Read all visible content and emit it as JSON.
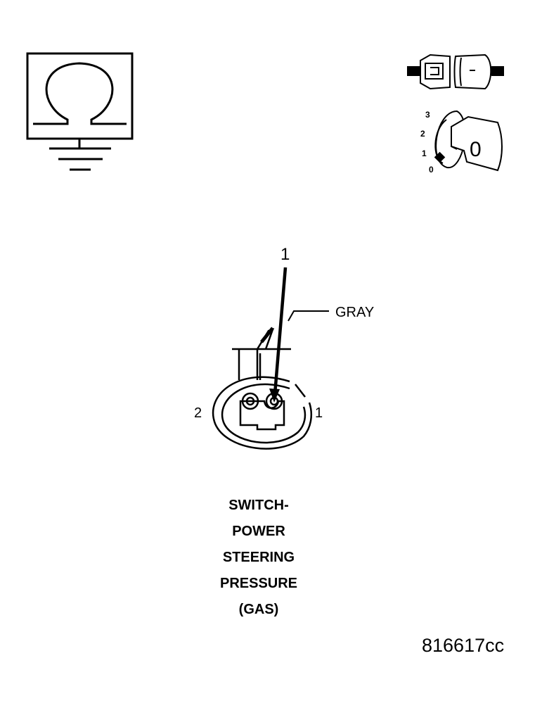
{
  "diagram": {
    "callout_number": "1",
    "wire_color_label": "GRAY",
    "pin_left_label": "2",
    "pin_right_label": "1",
    "title_lines": [
      "SWITCH-",
      "POWER",
      "STEERING",
      "PRESSURE",
      "(GAS)"
    ],
    "figure_code": "816617cc"
  },
  "icons": {
    "ohmmeter": "ohmmeter-ground-icon",
    "connector": "connector-disconnect-icon",
    "ignition": "ignition-key-off-icon"
  },
  "ignition_dial": {
    "positions": [
      "3",
      "2",
      "1",
      "0"
    ],
    "key_position": "0"
  },
  "colors": {
    "ink": "#000000",
    "background": "#ffffff"
  }
}
